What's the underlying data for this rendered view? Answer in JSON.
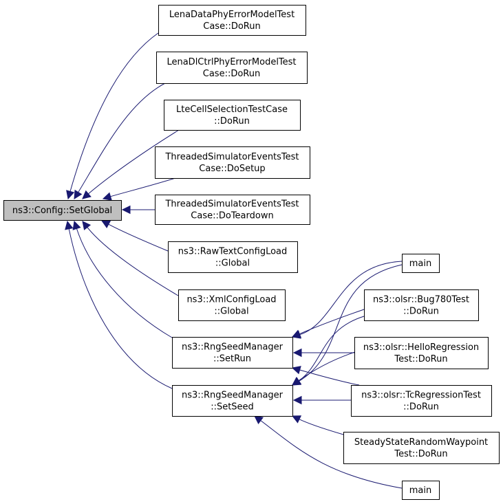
{
  "graph": {
    "root": {
      "id": "root",
      "lines": [
        "ns3::Config::SetGlobal"
      ]
    },
    "nodes": [
      {
        "id": "lena-data",
        "lines": [
          "LenaDataPhyErrorModelTest",
          "Case::DoRun"
        ]
      },
      {
        "id": "lena-dlctrl",
        "lines": [
          "LenaDlCtrlPhyErrorModelTest",
          "Case::DoRun"
        ]
      },
      {
        "id": "lte-cell",
        "lines": [
          "LteCellSelectionTestCase",
          "::DoRun"
        ]
      },
      {
        "id": "threaded-setup",
        "lines": [
          "ThreadedSimulatorEventsTest",
          "Case::DoSetup"
        ]
      },
      {
        "id": "threaded-teardown",
        "lines": [
          "ThreadedSimulatorEventsTest",
          "Case::DoTeardown"
        ]
      },
      {
        "id": "rawtext",
        "lines": [
          "ns3::RawTextConfigLoad",
          "::Global"
        ]
      },
      {
        "id": "xml",
        "lines": [
          "ns3::XmlConfigLoad",
          "::Global"
        ]
      },
      {
        "id": "setrun",
        "lines": [
          "ns3::RngSeedManager",
          "::SetRun"
        ]
      },
      {
        "id": "setseed",
        "lines": [
          "ns3::RngSeedManager",
          "::SetSeed"
        ]
      },
      {
        "id": "main-1",
        "lines": [
          "main"
        ]
      },
      {
        "id": "bug780",
        "lines": [
          "ns3::olsr::Bug780Test",
          "::DoRun"
        ]
      },
      {
        "id": "hello",
        "lines": [
          "ns3::olsr::HelloRegression",
          "Test::DoRun"
        ]
      },
      {
        "id": "tc",
        "lines": [
          "ns3::olsr::TcRegressionTest",
          "::DoRun"
        ]
      },
      {
        "id": "steady",
        "lines": [
          "SteadyStateRandomWaypoint",
          "Test::DoRun"
        ]
      },
      {
        "id": "main-2",
        "lines": [
          "main"
        ]
      }
    ],
    "edges": [
      {
        "from": "lena-data",
        "to": "root"
      },
      {
        "from": "lena-dlctrl",
        "to": "root"
      },
      {
        "from": "lte-cell",
        "to": "root"
      },
      {
        "from": "threaded-setup",
        "to": "root"
      },
      {
        "from": "threaded-teardown",
        "to": "root"
      },
      {
        "from": "rawtext",
        "to": "root"
      },
      {
        "from": "xml",
        "to": "root"
      },
      {
        "from": "setrun",
        "to": "root"
      },
      {
        "from": "setseed",
        "to": "root"
      },
      {
        "from": "main-1",
        "to": "setrun"
      },
      {
        "from": "bug780",
        "to": "setrun"
      },
      {
        "from": "hello",
        "to": "setrun"
      },
      {
        "from": "tc",
        "to": "setrun"
      },
      {
        "from": "main-1",
        "to": "setseed"
      },
      {
        "from": "bug780",
        "to": "setseed"
      },
      {
        "from": "hello",
        "to": "setseed"
      },
      {
        "from": "tc",
        "to": "setseed"
      },
      {
        "from": "steady",
        "to": "setseed"
      },
      {
        "from": "main-2",
        "to": "setseed"
      }
    ]
  }
}
